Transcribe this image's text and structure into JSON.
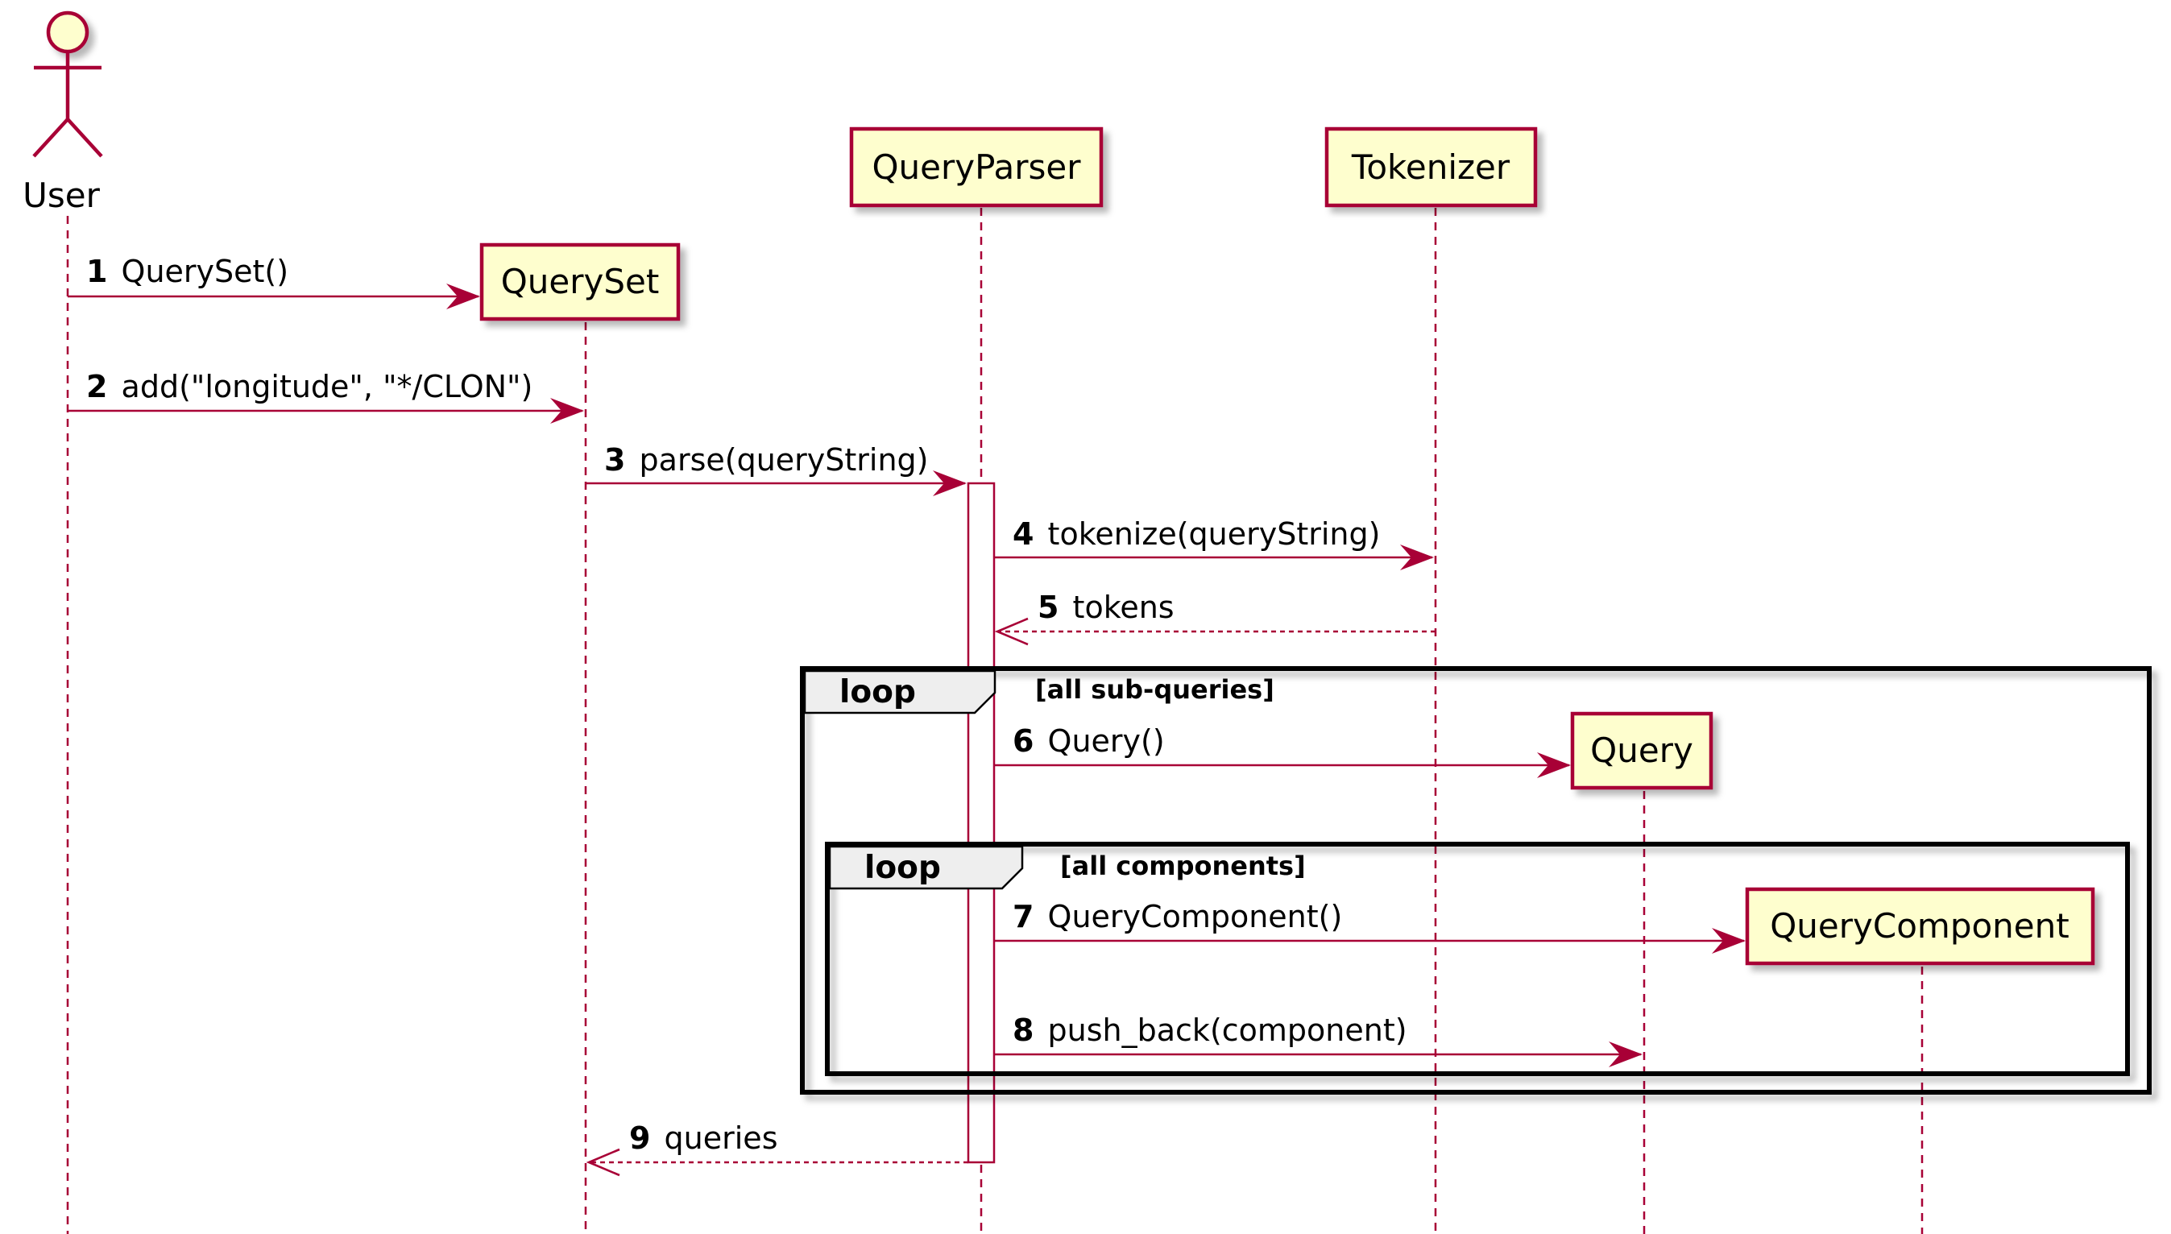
{
  "diagram": {
    "type": "sequence",
    "actor": {
      "id": "user",
      "label": "User"
    },
    "participants": [
      {
        "id": "queryset",
        "label": "QuerySet"
      },
      {
        "id": "queryparser",
        "label": "QueryParser"
      },
      {
        "id": "tokenizer",
        "label": "Tokenizer"
      },
      {
        "id": "query",
        "label": "Query"
      },
      {
        "id": "querycomponent",
        "label": "QueryComponent"
      }
    ],
    "messages": [
      {
        "num": "1",
        "text": "QuerySet()",
        "from": "user",
        "to": "queryset",
        "kind": "create"
      },
      {
        "num": "2",
        "text": "add(\"longitude\", \"*/CLON\")",
        "from": "user",
        "to": "queryset",
        "kind": "sync"
      },
      {
        "num": "3",
        "text": "parse(queryString)",
        "from": "queryset",
        "to": "queryparser",
        "kind": "sync"
      },
      {
        "num": "4",
        "text": "tokenize(queryString)",
        "from": "queryparser",
        "to": "tokenizer",
        "kind": "sync"
      },
      {
        "num": "5",
        "text": "tokens",
        "from": "tokenizer",
        "to": "queryparser",
        "kind": "return"
      },
      {
        "num": "6",
        "text": "Query()",
        "from": "queryparser",
        "to": "query",
        "kind": "create"
      },
      {
        "num": "7",
        "text": "QueryComponent()",
        "from": "queryparser",
        "to": "querycomponent",
        "kind": "create"
      },
      {
        "num": "8",
        "text": "push_back(component)",
        "from": "queryparser",
        "to": "query",
        "kind": "sync"
      },
      {
        "num": "9",
        "text": "queries",
        "from": "queryparser",
        "to": "queryset",
        "kind": "return"
      }
    ],
    "fragments": [
      {
        "keyword": "loop",
        "guard": "[all sub-queries]"
      },
      {
        "keyword": "loop",
        "guard": "[all components]"
      }
    ],
    "colors": {
      "accent": "#a80036",
      "participant_fill": "#fefece",
      "fragment_tab": "#eeeeee"
    }
  }
}
